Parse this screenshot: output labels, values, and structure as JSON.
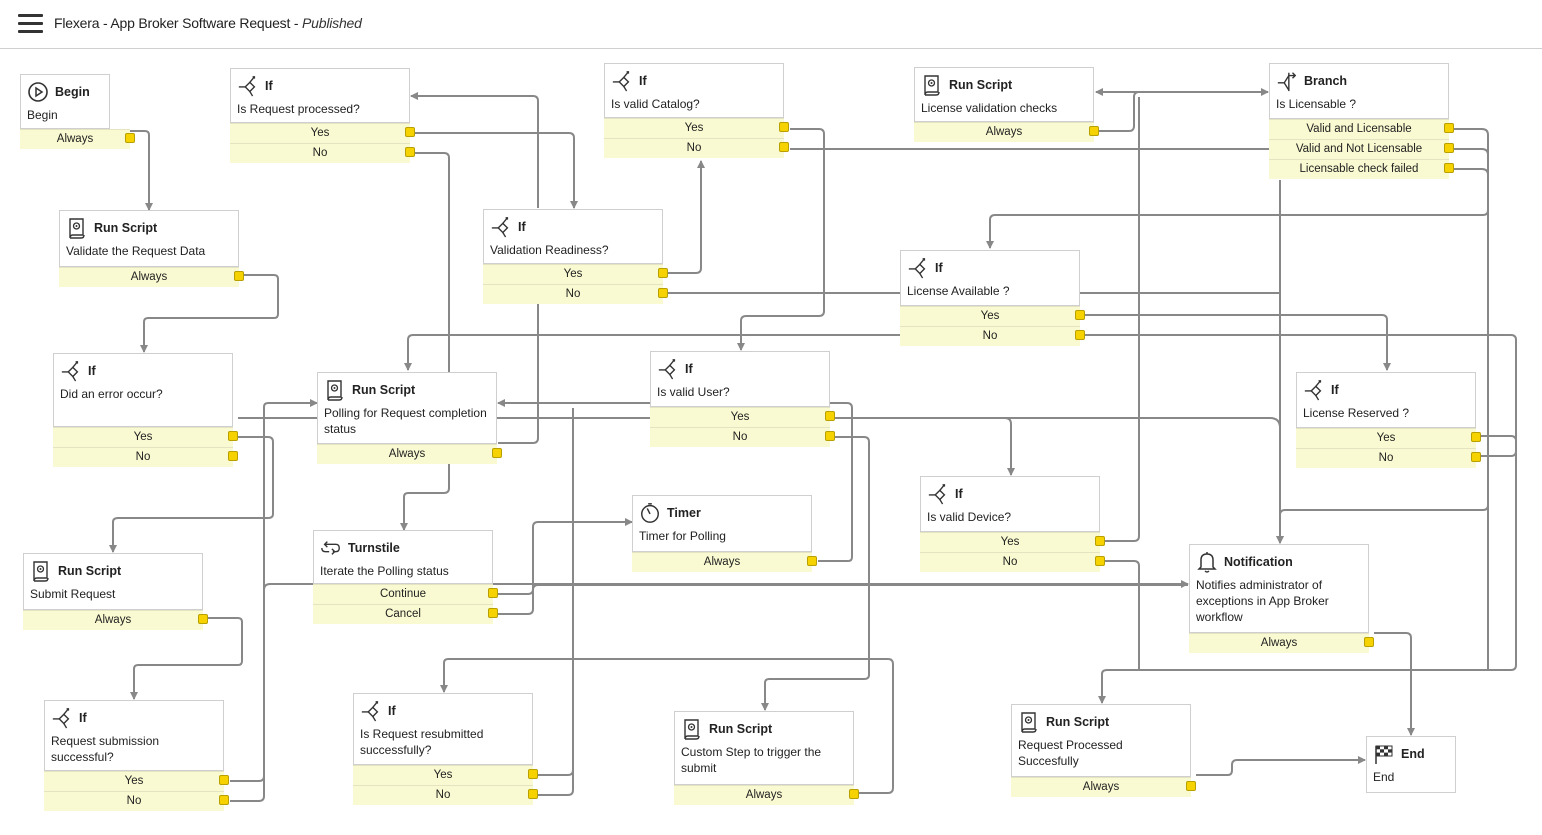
{
  "header": {
    "title": "Flexera - App Broker Software Request",
    "separator": " - ",
    "status": "Published"
  },
  "colors": {
    "outcome_bg": "#fafad2",
    "port": "#f6d200",
    "wire": "#888888",
    "border": "#cfcfcf"
  },
  "nodes": [
    {
      "id": "begin",
      "icon": "play-circle-icon",
      "type": "Begin",
      "desc": "Begin",
      "outcomes": [
        "Always"
      ]
    },
    {
      "id": "validate",
      "icon": "script-icon",
      "type": "Run Script",
      "desc": "Validate the Request Data",
      "outcomes": [
        "Always"
      ]
    },
    {
      "id": "error",
      "icon": "if-icon",
      "type": "If",
      "desc": "Did an error occur?",
      "outcomes": [
        "Yes",
        "No"
      ]
    },
    {
      "id": "submit",
      "icon": "script-icon",
      "type": "Run Script",
      "desc": "Submit Request",
      "outcomes": [
        "Always"
      ]
    },
    {
      "id": "reqsub",
      "icon": "if-icon",
      "type": "If",
      "desc": "Request submission successful?",
      "outcomes": [
        "Yes",
        "No"
      ]
    },
    {
      "id": "processed",
      "icon": "if-icon",
      "type": "If",
      "desc": "Is Request processed?",
      "outcomes": [
        "Yes",
        "No"
      ]
    },
    {
      "id": "polling",
      "icon": "script-icon",
      "type": "Run Script",
      "desc": "Polling for Request completion status",
      "outcomes": [
        "Always"
      ]
    },
    {
      "id": "turnstile",
      "icon": "turnstile-icon",
      "type": "Turnstile",
      "desc": "Iterate the Polling status",
      "outcomes": [
        "Continue",
        "Cancel"
      ]
    },
    {
      "id": "resub",
      "icon": "if-icon",
      "type": "If",
      "desc": "Is Request resubmitted successfully?",
      "outcomes": [
        "Yes",
        "No"
      ]
    },
    {
      "id": "readiness",
      "icon": "if-icon",
      "type": "If",
      "desc": "Validation Readiness?",
      "outcomes": [
        "Yes",
        "No"
      ]
    },
    {
      "id": "catalog",
      "icon": "if-icon",
      "type": "If",
      "desc": "Is valid Catalog?",
      "outcomes": [
        "Yes",
        "No"
      ]
    },
    {
      "id": "user",
      "icon": "if-icon",
      "type": "If",
      "desc": "Is valid User?",
      "outcomes": [
        "Yes",
        "No"
      ]
    },
    {
      "id": "timer",
      "icon": "timer-icon",
      "type": "Timer",
      "desc": "Timer for Polling",
      "outcomes": [
        "Always"
      ]
    },
    {
      "id": "custom",
      "icon": "script-icon",
      "type": "Run Script",
      "desc": "Custom Step to trigger the submit",
      "outcomes": [
        "Always"
      ]
    },
    {
      "id": "licval",
      "icon": "script-icon",
      "type": "Run Script",
      "desc": "License validation checks",
      "outcomes": [
        "Always"
      ]
    },
    {
      "id": "licavail",
      "icon": "if-icon",
      "type": "If",
      "desc": "License Available ?",
      "outcomes": [
        "Yes",
        "No"
      ]
    },
    {
      "id": "device",
      "icon": "if-icon",
      "type": "If",
      "desc": "Is valid Device?",
      "outcomes": [
        "Yes",
        "No"
      ]
    },
    {
      "id": "reqproc",
      "icon": "script-icon",
      "type": "Run Script",
      "desc": "Request Processed Succesfully",
      "outcomes": [
        "Always"
      ]
    },
    {
      "id": "branch",
      "icon": "branch-icon",
      "type": "Branch",
      "desc": "Is Licensable ?",
      "outcomes": [
        "Valid and Licensable",
        "Valid and Not Licensable",
        "Licensable check failed"
      ]
    },
    {
      "id": "reserved",
      "icon": "if-icon",
      "type": "If",
      "desc": "License Reserved ?",
      "outcomes": [
        "Yes",
        "No"
      ]
    },
    {
      "id": "notify",
      "icon": "bell-icon",
      "type": "Notification",
      "desc": "Notifies administrator of exceptions in App Broker workflow",
      "outcomes": [
        "Always"
      ]
    },
    {
      "id": "end",
      "icon": "finish-flag-icon",
      "type": "End",
      "desc": "End",
      "outcomes": []
    }
  ]
}
